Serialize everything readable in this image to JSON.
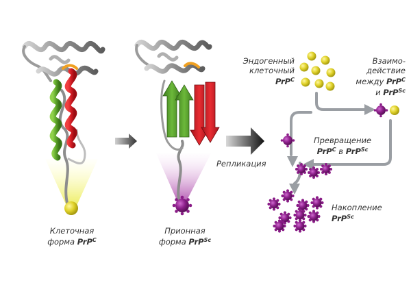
{
  "cellular": {
    "line1": "Клеточная",
    "line2_prefix": "форма ",
    "protein": "PrP",
    "sup": "C"
  },
  "prion": {
    "line1": "Прионная",
    "line2_prefix": "форма ",
    "protein": "PrP",
    "sup": "Sc"
  },
  "replication": "Репликация",
  "endogenous": {
    "line1": "Эндогенный",
    "line2": "клеточный",
    "protein": "PrP",
    "sup": "C"
  },
  "interaction": {
    "line1": "Взаимо-",
    "line2": "действие",
    "line3_prefix": "между ",
    "protein1": "PrP",
    "sup1": "C",
    "conj": "и ",
    "protein2": "PrP",
    "sup2": "Sc"
  },
  "conversion": {
    "line1": "Превращение",
    "protein1": "PrP",
    "sup1": "C",
    "conj": " в ",
    "protein2": "PrP",
    "sup2": "Sc"
  },
  "accumulation": {
    "line1": "Накопление",
    "protein": "PrP",
    "sup": "Sc"
  },
  "colors": {
    "prpc_yellow": "#d4c61a",
    "prpsc_purple": "#8a1c87",
    "helix_red": "#e0202a",
    "helix_green": "#6ab42c",
    "ribbon_gray": "#9b9b9b",
    "arrow_dark": "#333333",
    "cycle_arrow": "#9a9ea3"
  }
}
